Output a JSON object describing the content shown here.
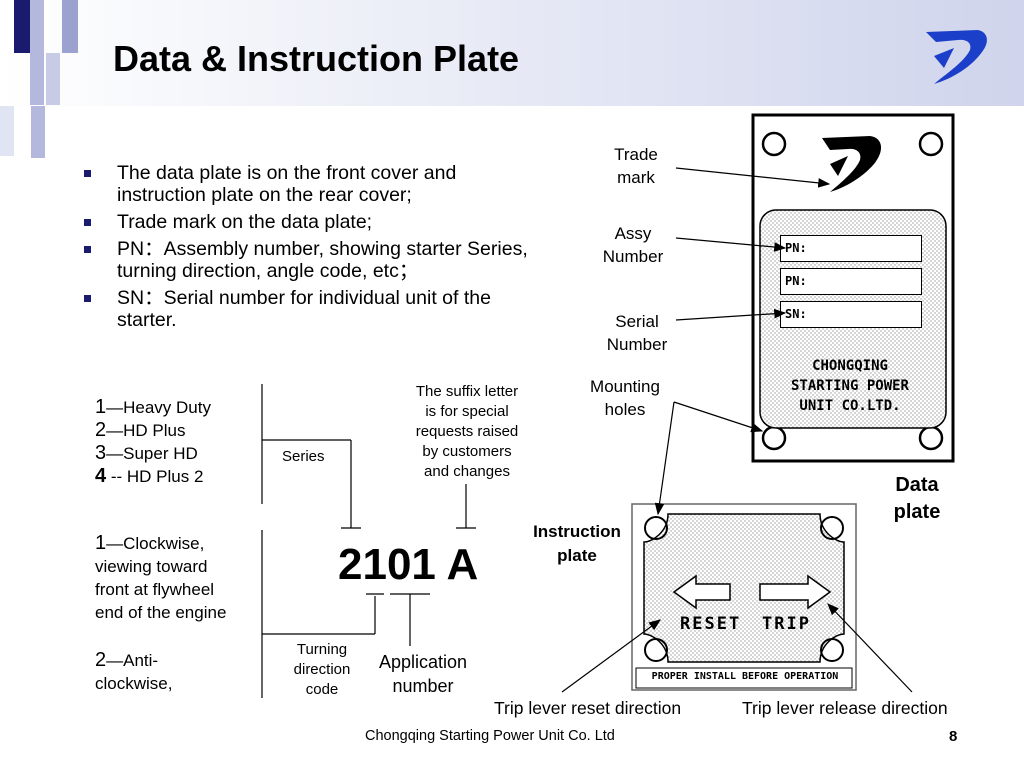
{
  "slide": {
    "title": "Data & Instruction Plate",
    "bullets": [
      "The data plate is on the front cover and instruction plate on the rear cover;",
      "Trade mark on the data plate;",
      "PN：Assembly number, showing starter Series, turning direction, angle code, etc；",
      "SN：Serial number for individual unit of the starter."
    ]
  },
  "series_list": [
    {
      "num": "1",
      "sep": "—",
      "label": "Heavy Duty"
    },
    {
      "num": "2",
      "sep": "—",
      "label": "HD Plus"
    },
    {
      "num": "3",
      "sep": "—",
      "label": "Super HD"
    },
    {
      "num": "4",
      "sep": " -- ",
      "label": "HD Plus 2"
    }
  ],
  "direction_list": [
    {
      "num": "1",
      "sep": "—",
      "first": "Clockwise,",
      "rest": [
        "viewing toward",
        "front at flywheel",
        "end of the engine"
      ]
    },
    {
      "num": "2",
      "sep": "—",
      "first": "Anti-",
      "rest": [
        "clockwise,"
      ]
    }
  ],
  "code_diagram": {
    "code": "2101 A",
    "series_label": "Series",
    "suffix_note": [
      "The suffix letter",
      "is for special",
      "requests raised",
      "by customers",
      "and changes"
    ],
    "turning_label": [
      "Turning",
      "direction",
      "code"
    ],
    "application_label": [
      "Application",
      "number"
    ]
  },
  "data_plate": {
    "labels": {
      "trade_mark": [
        "Trade",
        "mark"
      ],
      "assy_number": [
        "Assy",
        "Number"
      ],
      "serial_number": [
        "Serial",
        "Number"
      ],
      "mounting_holes": [
        "Mounting",
        "holes"
      ]
    },
    "caption": [
      "Data",
      "plate"
    ],
    "fields": [
      "PN:",
      "PN:",
      "SN:"
    ],
    "company_lines": [
      "CHONGQING",
      "STARTING POWER",
      "UNIT CO.LTD."
    ]
  },
  "instruction_plate": {
    "caption": [
      "Instruction",
      "plate"
    ],
    "reset": "RESET",
    "trip": "TRIP",
    "notice": "PROPER INSTALL BEFORE OPERATION",
    "reset_caption": "Trip lever reset direction",
    "trip_caption": "Trip lever release direction"
  },
  "footer": {
    "company": "Chongqing Starting Power Unit Co. Ltd",
    "page": "8"
  },
  "colors": {
    "accent": "#1a1a6e",
    "logo": "#1b3fc8",
    "header_band": "#cfd4ec"
  }
}
